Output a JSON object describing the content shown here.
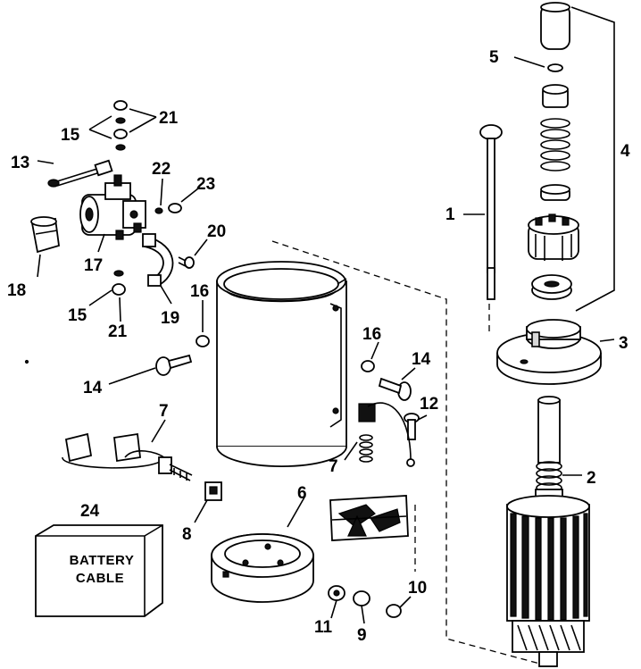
{
  "callouts": {
    "c1": "1",
    "c2": "2",
    "c3": "3",
    "c4": "4",
    "c5": "5",
    "c6": "6",
    "c7a": "7",
    "c7b": "7",
    "c8": "8",
    "c9": "9",
    "c10": "10",
    "c11": "11",
    "c12": "12",
    "c13": "13",
    "c14a": "14",
    "c14b": "14",
    "c15a": "15",
    "c15b": "15",
    "c16a": "16",
    "c16b": "16",
    "c17": "17",
    "c18": "18",
    "c19": "19",
    "c20": "20",
    "c21a": "21",
    "c21b": "21",
    "c22": "22",
    "c23": "23",
    "c24": "24"
  },
  "battery_box": {
    "line1": "BATTERY",
    "line2": "CABLE"
  }
}
